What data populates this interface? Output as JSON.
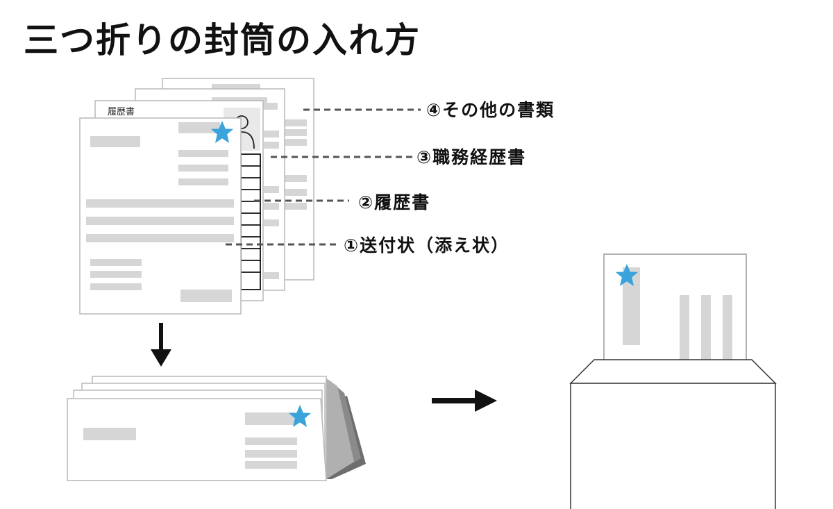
{
  "title": "三つ折りの封筒の入れ方",
  "documents": [
    {
      "order": 1,
      "label": "①送付状（添え状）"
    },
    {
      "order": 2,
      "label": "②履歴書"
    },
    {
      "order": 3,
      "label": "③職務経歴書"
    },
    {
      "order": 4,
      "label": "④その他の書類"
    }
  ],
  "resume_header": "履歴書",
  "icons": {
    "star": "star-icon",
    "portrait": "portrait-icon",
    "arrow_down": "arrow-down-icon",
    "arrow_right": "arrow-right-icon"
  },
  "colors": {
    "star": "#3aa3db",
    "placeholder": "#d6d6d6",
    "paper_border": "#b9b9b9",
    "shadow": "#6e6e6e",
    "text": "#111111"
  }
}
